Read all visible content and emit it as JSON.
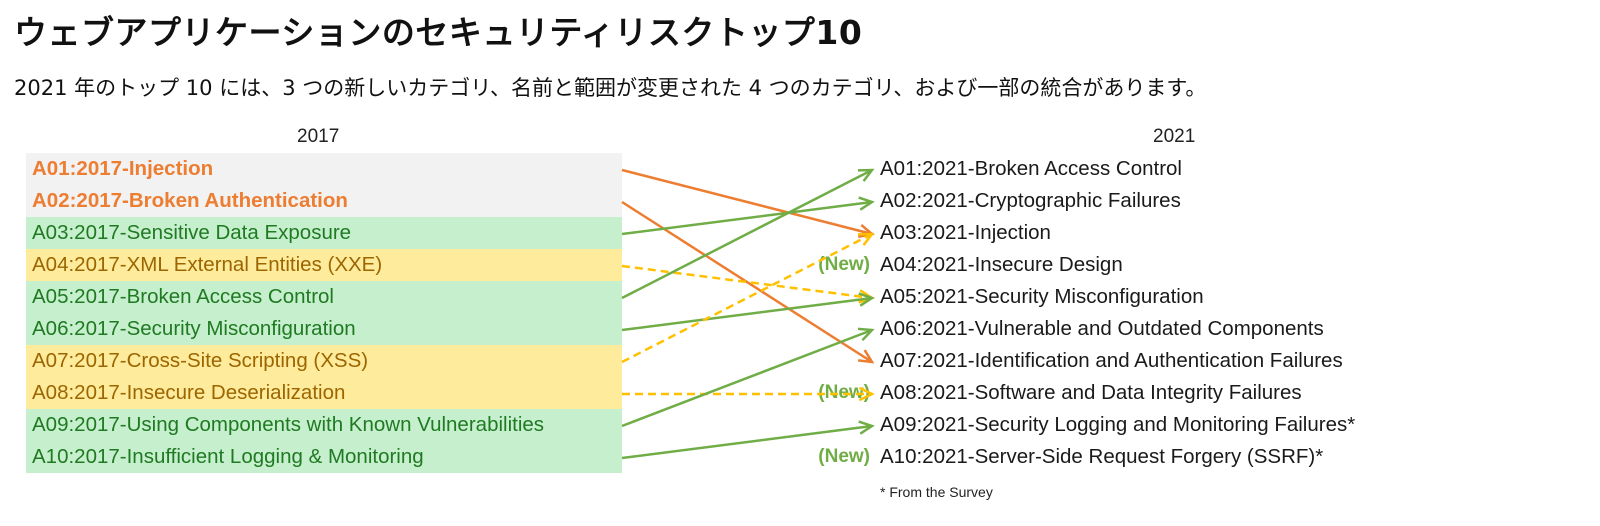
{
  "title": "ウェブアプリケーションのセキュリティリスクトップ10",
  "subtitle": "2021 年のトップ 10 には、3 つの新しいカテゴリ、名前と範囲が変更された 4 つのカテゴリ、および一部の統合があります。",
  "left_header": "2017",
  "right_header": "2021",
  "left_items": [
    {
      "label": "A01:2017-Injection",
      "group": "gray"
    },
    {
      "label": "A02:2017-Broken Authentication",
      "group": "gray"
    },
    {
      "label": "A03:2017-Sensitive Data Exposure",
      "group": "green"
    },
    {
      "label": "A04:2017-XML External Entities (XXE)",
      "group": "yellow"
    },
    {
      "label": "A05:2017-Broken Access Control",
      "group": "green"
    },
    {
      "label": "A06:2017-Security Misconfiguration",
      "group": "green"
    },
    {
      "label": "A07:2017-Cross-Site Scripting (XSS)",
      "group": "yellow"
    },
    {
      "label": "A08:2017-Insecure Deserialization",
      "group": "yellow"
    },
    {
      "label": "A09:2017-Using Components with Known Vulnerabilities",
      "group": "green"
    },
    {
      "label": "A10:2017-Insufficient Logging & Monitoring",
      "group": "green"
    }
  ],
  "right_items": [
    {
      "label": "A01:2021-Broken Access Control",
      "new": ""
    },
    {
      "label": "A02:2021-Cryptographic Failures",
      "new": ""
    },
    {
      "label": "A03:2021-Injection",
      "new": ""
    },
    {
      "label": "A04:2021-Insecure Design",
      "new": "(New)"
    },
    {
      "label": "A05:2021-Security Misconfiguration",
      "new": ""
    },
    {
      "label": "A06:2021-Vulnerable and Outdated Components",
      "new": ""
    },
    {
      "label": "A07:2021-Identification and Authentication Failures",
      "new": ""
    },
    {
      "label": "A08:2021-Software and Data Integrity Failures",
      "new": "(New)"
    },
    {
      "label": "A09:2021-Security Logging and Monitoring Failures*",
      "new": ""
    },
    {
      "label": "A10:2021-Server-Side Request Forgery (SSRF)*",
      "new": "(New)"
    }
  ],
  "mappings": [
    {
      "from": 0,
      "to": 2,
      "style": "orange"
    },
    {
      "from": 1,
      "to": 6,
      "style": "orange"
    },
    {
      "from": 2,
      "to": 1,
      "style": "green"
    },
    {
      "from": 3,
      "to": 4,
      "style": "yellow"
    },
    {
      "from": 4,
      "to": 0,
      "style": "green"
    },
    {
      "from": 5,
      "to": 4,
      "style": "green"
    },
    {
      "from": 6,
      "to": 2,
      "style": "yellow"
    },
    {
      "from": 7,
      "to": 7,
      "style": "yellow"
    },
    {
      "from": 8,
      "to": 5,
      "style": "green"
    },
    {
      "from": 9,
      "to": 8,
      "style": "green"
    }
  ],
  "colors": {
    "orange": "#ed7d31",
    "green": "#70ad47",
    "yellow": "#ffc000"
  },
  "footnote": "* From the Survey"
}
